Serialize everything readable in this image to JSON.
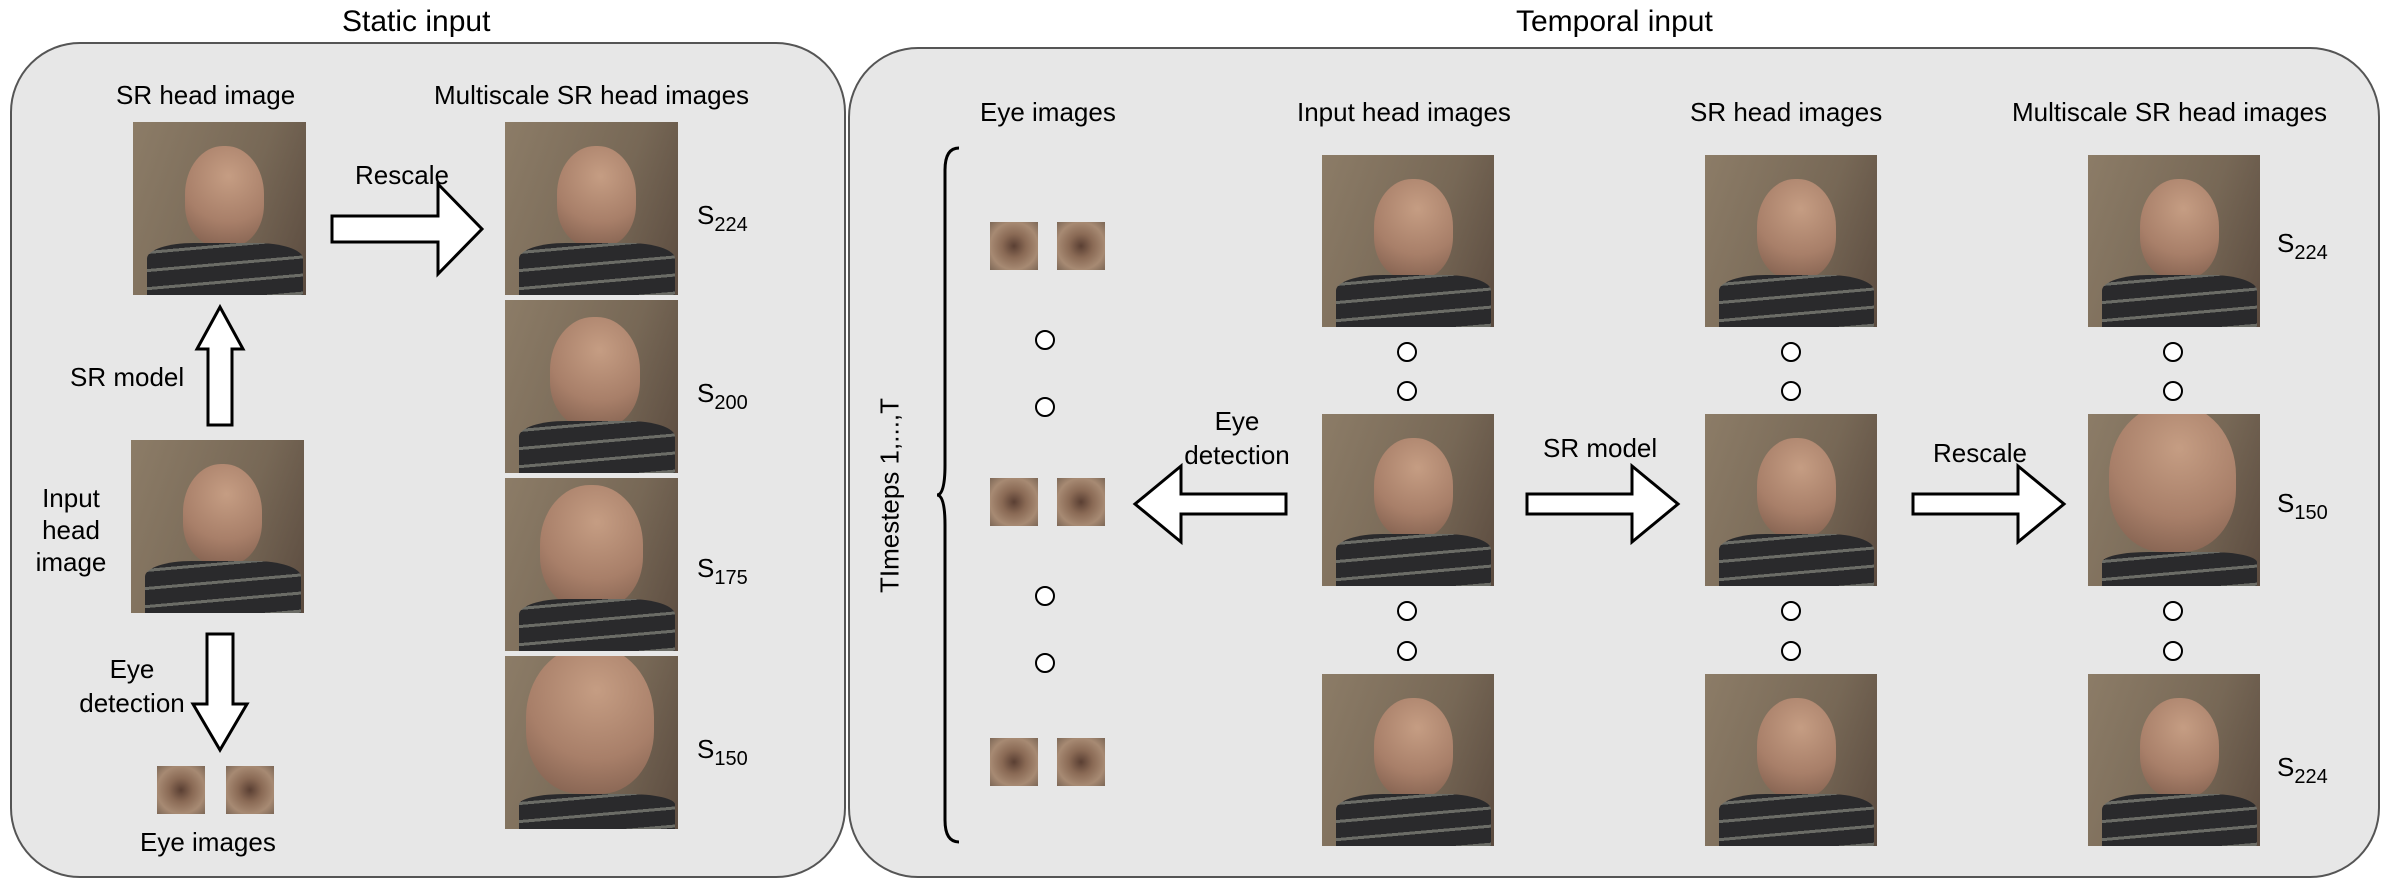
{
  "static_panel": {
    "title": "Static input",
    "sr_head_label": "SR head image",
    "multiscale_label": "Multiscale SR head images",
    "rescale_label": "Rescale",
    "sr_model_label": "SR model",
    "input_head_label_1": "Input",
    "input_head_label_2": "head",
    "input_head_label_3": "image",
    "eye_detection_label_1": "Eye",
    "eye_detection_label_2": "detection",
    "eye_images_label": "Eye images",
    "scales": [
      {
        "base": "S",
        "sub": "224"
      },
      {
        "base": "S",
        "sub": "200"
      },
      {
        "base": "S",
        "sub": "175"
      },
      {
        "base": "S",
        "sub": "150"
      }
    ]
  },
  "temporal_panel": {
    "title": "Temporal input",
    "eye_images_label": "Eye images",
    "input_head_label": "Input head images",
    "sr_head_label": "SR head images",
    "multiscale_label": "Multiscale SR head images",
    "timesteps_label": "TImesteps 1,...,T",
    "eye_detection_label_1": "Eye",
    "eye_detection_label_2": "detection",
    "sr_model_label": "SR model",
    "rescale_label": "Rescale",
    "scales": [
      {
        "base": "S",
        "sub": "224"
      },
      {
        "base": "S",
        "sub": "150"
      },
      {
        "base": "S",
        "sub": "224"
      }
    ]
  }
}
